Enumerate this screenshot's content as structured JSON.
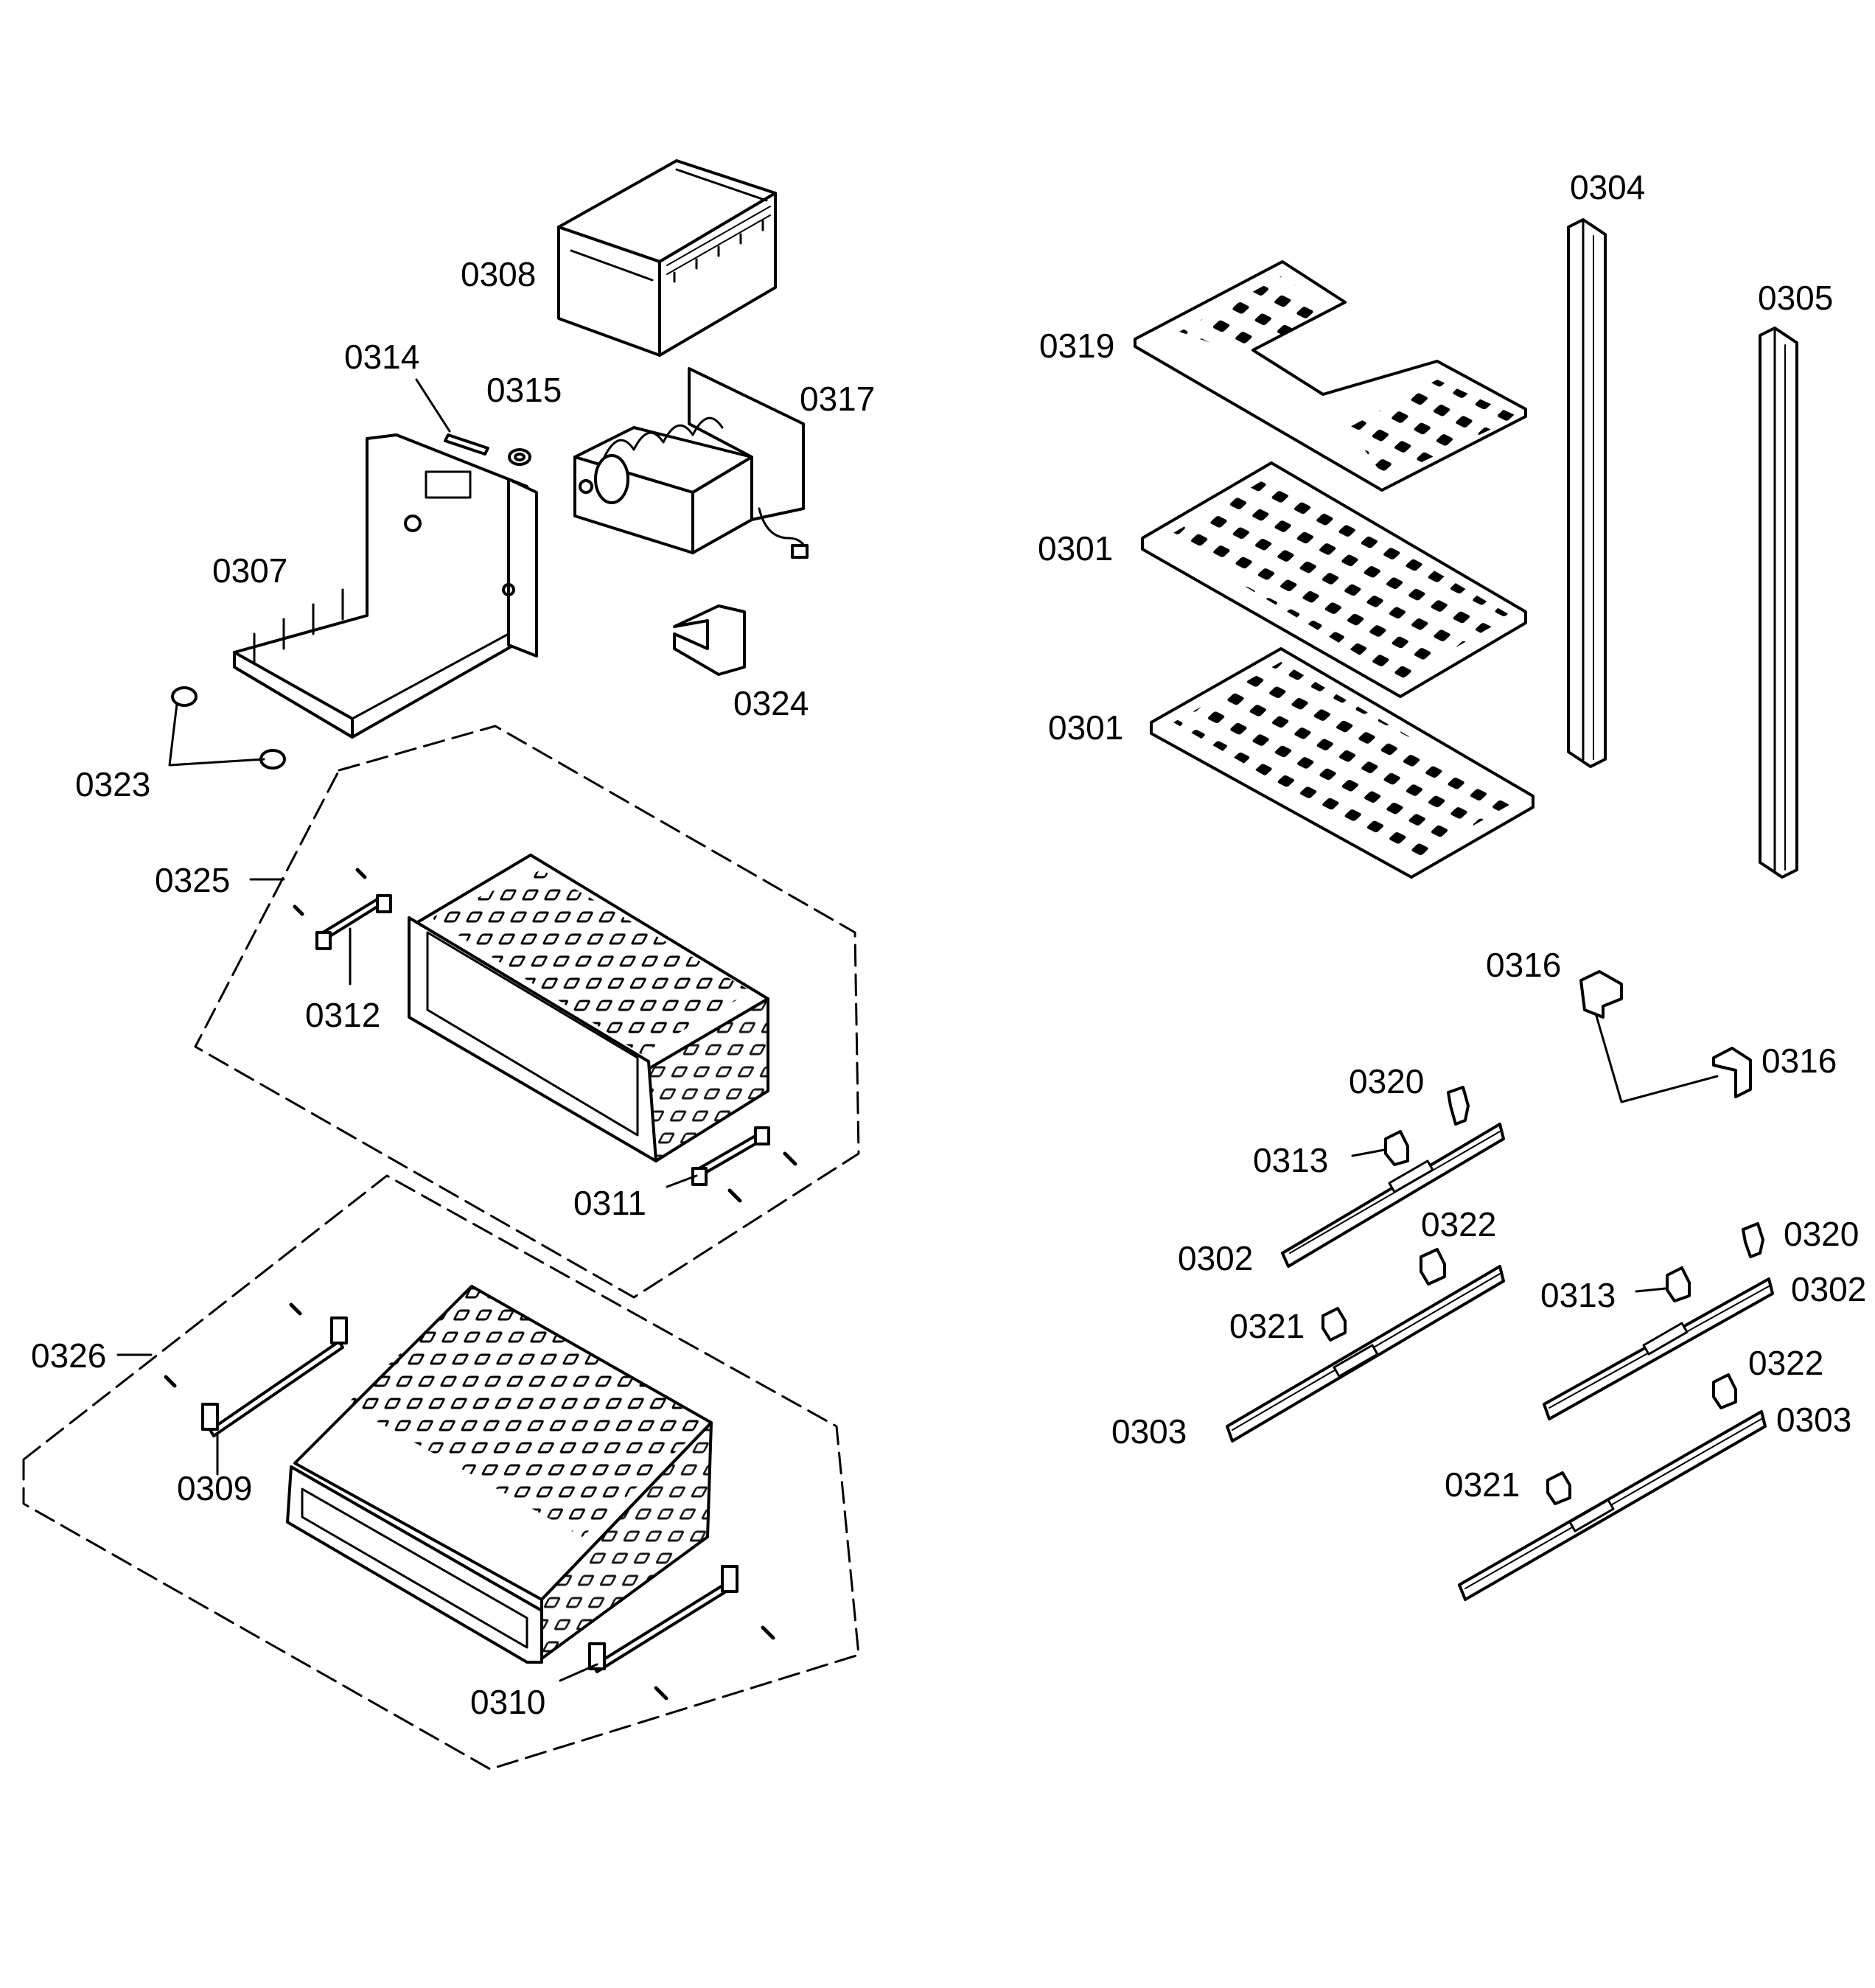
{
  "diagram": {
    "type": "exploded-parts-diagram",
    "line_color": "#000000",
    "background": "#ffffff",
    "parts": [
      {
        "id": "p0308",
        "label": "0308",
        "depicts": "ice-bin"
      },
      {
        "id": "p0314",
        "label": "0314",
        "depicts": "strip"
      },
      {
        "id": "p0315",
        "label": "0315",
        "depicts": "grommet"
      },
      {
        "id": "p0317",
        "label": "0317",
        "depicts": "ice-maker"
      },
      {
        "id": "p0307",
        "label": "0307",
        "depicts": "ice-maker-housing"
      },
      {
        "id": "p0324",
        "label": "0324",
        "depicts": "bracket"
      },
      {
        "id": "p0323",
        "label": "0323",
        "depicts": "plug"
      },
      {
        "id": "p0323b",
        "label": "",
        "depicts": "plug"
      },
      {
        "id": "p0325",
        "label": "0325",
        "depicts": "drawer-assembly"
      },
      {
        "id": "p0312",
        "label": "0312",
        "depicts": "drawer-rail"
      },
      {
        "id": "p0311",
        "label": "0311",
        "depicts": "drawer-rail"
      },
      {
        "id": "p0326",
        "label": "0326",
        "depicts": "basket-assembly"
      },
      {
        "id": "p0309",
        "label": "0309",
        "depicts": "basket-rail"
      },
      {
        "id": "p0310",
        "label": "0310",
        "depicts": "basket-rail"
      },
      {
        "id": "p0304",
        "label": "0304",
        "depicts": "shelf-support"
      },
      {
        "id": "p0305",
        "label": "0305",
        "depicts": "shelf-support"
      },
      {
        "id": "p0319",
        "label": "0319",
        "depicts": "shelf-cutout"
      },
      {
        "id": "p0301a",
        "label": "0301",
        "depicts": "shelf"
      },
      {
        "id": "p0301b",
        "label": "0301",
        "depicts": "shelf"
      },
      {
        "id": "p0316a",
        "label": "0316",
        "depicts": "clip"
      },
      {
        "id": "p0316b",
        "label": "0316",
        "depicts": "clip"
      },
      {
        "id": "p0320a",
        "label": "0320",
        "depicts": "clip"
      },
      {
        "id": "p0313a",
        "label": "0313",
        "depicts": "clip"
      },
      {
        "id": "p0302a",
        "label": "0302",
        "depicts": "slide-rail"
      },
      {
        "id": "p0322a",
        "label": "0322",
        "depicts": "clip"
      },
      {
        "id": "p0321a",
        "label": "0321",
        "depicts": "clip"
      },
      {
        "id": "p0303a",
        "label": "0303",
        "depicts": "slide-rail"
      },
      {
        "id": "p0320b",
        "label": "0320",
        "depicts": "clip"
      },
      {
        "id": "p0313b",
        "label": "0313",
        "depicts": "clip"
      },
      {
        "id": "p0302b",
        "label": "0302",
        "depicts": "slide-rail"
      },
      {
        "id": "p0322b",
        "label": "0322",
        "depicts": "clip"
      },
      {
        "id": "p0303b",
        "label": "0303",
        "depicts": "slide-rail"
      },
      {
        "id": "p0321b",
        "label": "0321",
        "depicts": "clip"
      }
    ]
  }
}
